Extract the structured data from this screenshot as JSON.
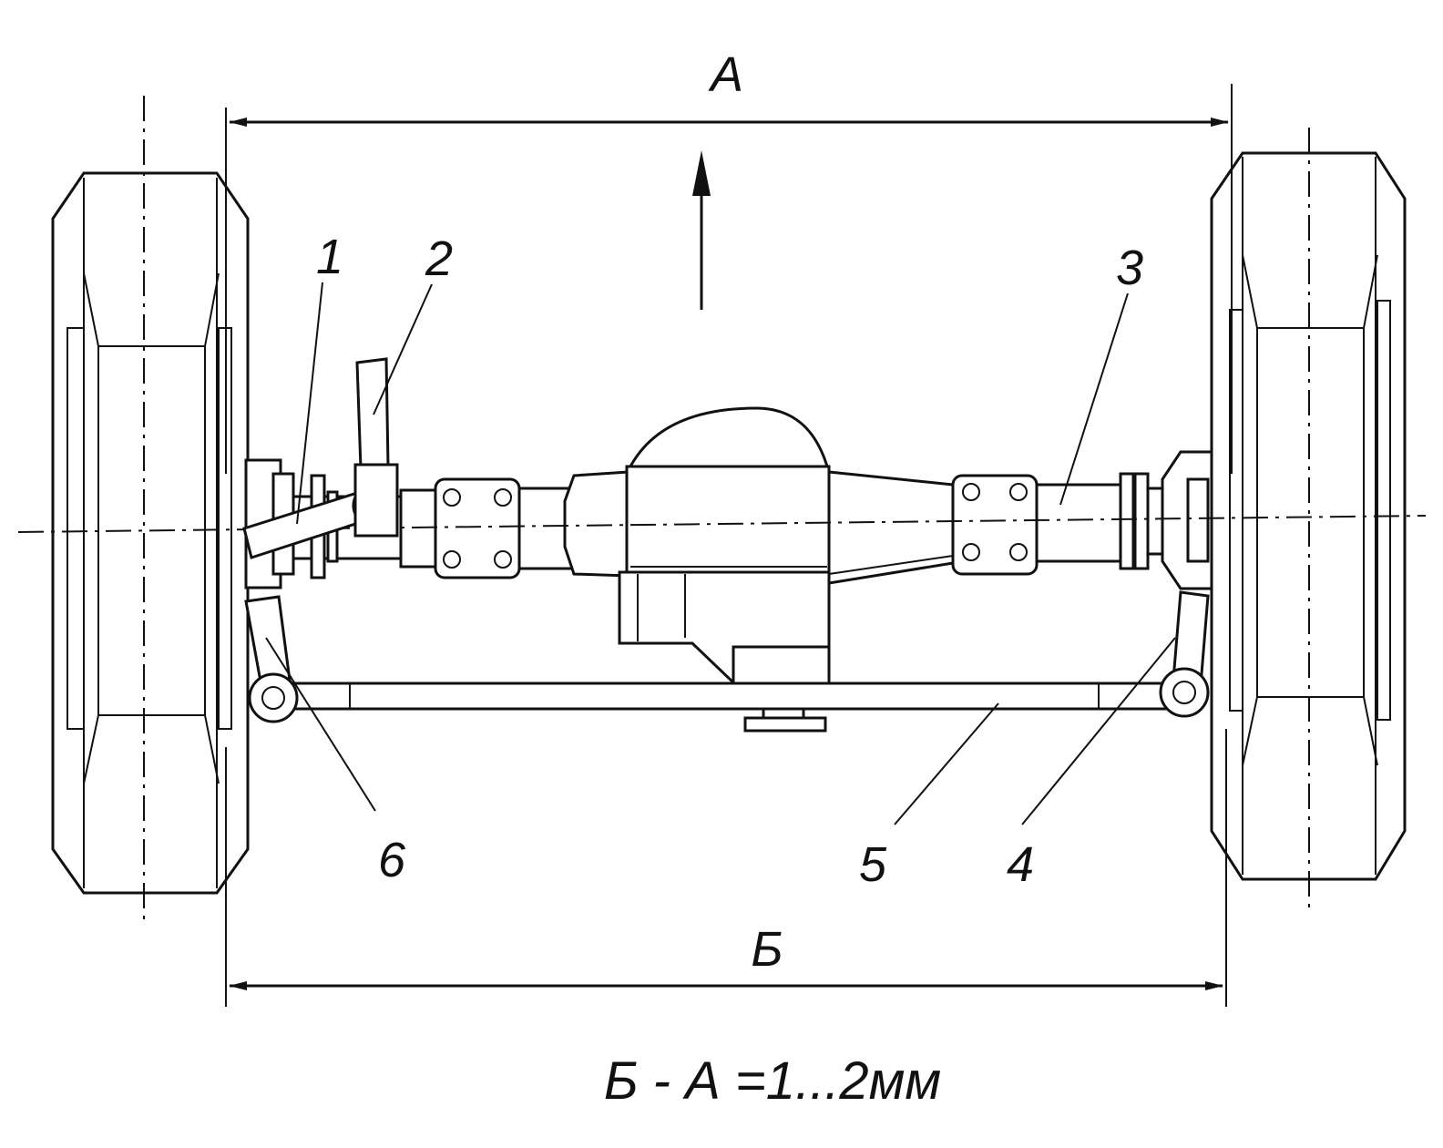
{
  "dimensions": {
    "top_label": "А",
    "bottom_label": "Б"
  },
  "callouts": [
    "1",
    "2",
    "3",
    "4",
    "5",
    "6"
  ],
  "formula": "Б - А =1...2мм"
}
